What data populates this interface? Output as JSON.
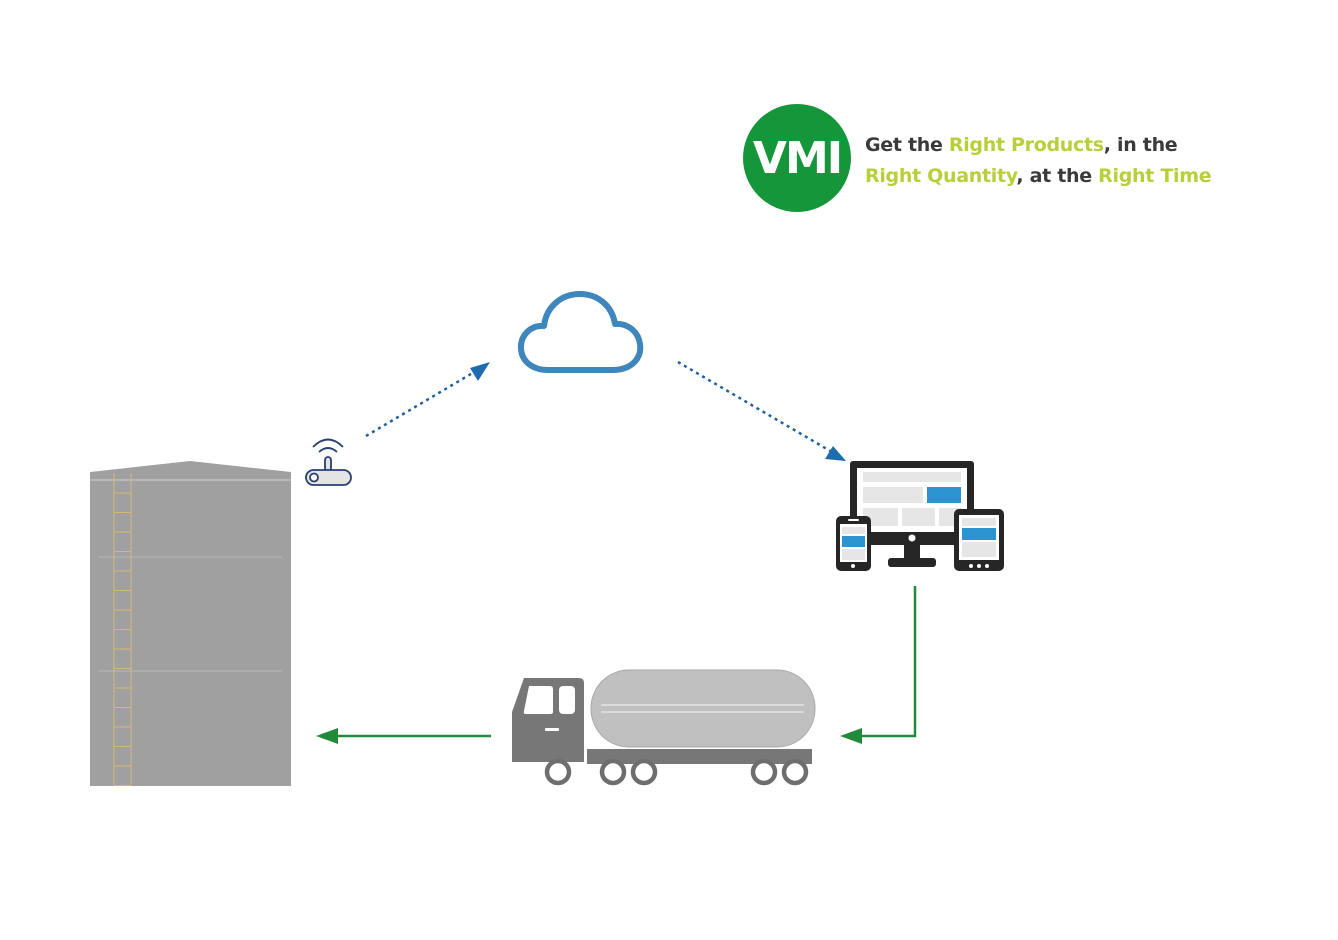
{
  "badge": {
    "label": "VMI",
    "color": "#16963a"
  },
  "tagline": {
    "line1": [
      {
        "text": "Get the ",
        "highlight": false
      },
      {
        "text": "Right Products",
        "highlight": true
      },
      {
        "text": ", in the",
        "highlight": false
      }
    ],
    "line2": [
      {
        "text": "Right Quantity",
        "highlight": true
      },
      {
        "text": ", at the ",
        "highlight": false
      },
      {
        "text": "Right Time",
        "highlight": true
      }
    ],
    "highlight_color": "#b9cf3a",
    "text_color": "#3a3a3a"
  },
  "nodes": [
    {
      "id": "storage-tank",
      "icon": "storage-tank-icon"
    },
    {
      "id": "wireless-sensor",
      "icon": "wifi-router-icon"
    },
    {
      "id": "cloud",
      "icon": "cloud-icon"
    },
    {
      "id": "devices",
      "icon": "responsive-devices-icon"
    },
    {
      "id": "tanker-truck",
      "icon": "tanker-truck-icon"
    }
  ],
  "flows": [
    {
      "from": "wireless-sensor",
      "to": "cloud",
      "style": "dotted",
      "color": "#1f5f9e"
    },
    {
      "from": "cloud",
      "to": "devices",
      "style": "dotted",
      "color": "#1f5f9e"
    },
    {
      "from": "devices",
      "to": "tanker-truck",
      "style": "solid",
      "color": "#238a3c"
    },
    {
      "from": "tanker-truck",
      "to": "storage-tank",
      "style": "solid",
      "color": "#238a3c"
    }
  ]
}
